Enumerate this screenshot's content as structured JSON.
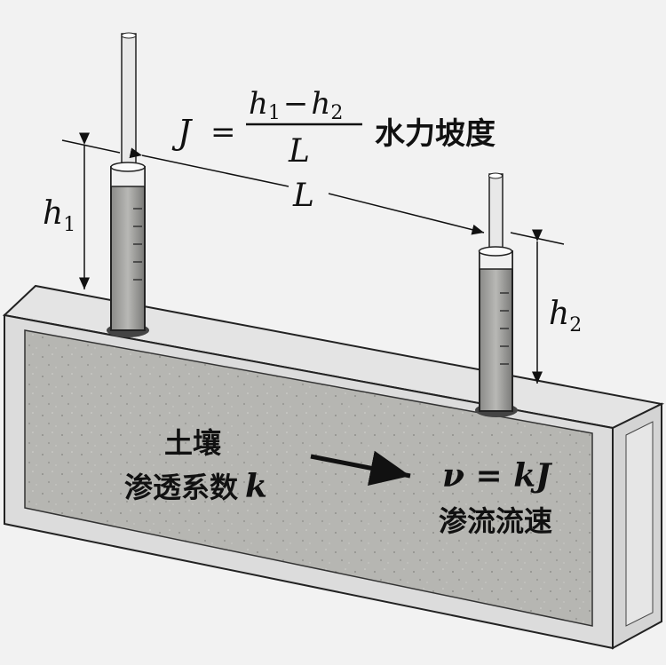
{
  "formula": {
    "lhs": "J",
    "equals": "=",
    "numerator_a": "h",
    "numerator_a_sub": "1",
    "minus": "−",
    "numerator_b": "h",
    "numerator_b_sub": "2",
    "denominator": "L",
    "label": "水力坡度"
  },
  "dimensions": {
    "distance": "L",
    "h1": "h",
    "h1_sub": "1",
    "h2": "h",
    "h2_sub": "2"
  },
  "soil": {
    "title": "土壤",
    "coef_label": "渗透系数",
    "coef_symbol": "k"
  },
  "velocity": {
    "equation": "ν = kJ",
    "label": "渗流流速"
  },
  "colors": {
    "soil": "#b4b4b0",
    "frame": "#d8d8d8",
    "line": "#111111"
  }
}
